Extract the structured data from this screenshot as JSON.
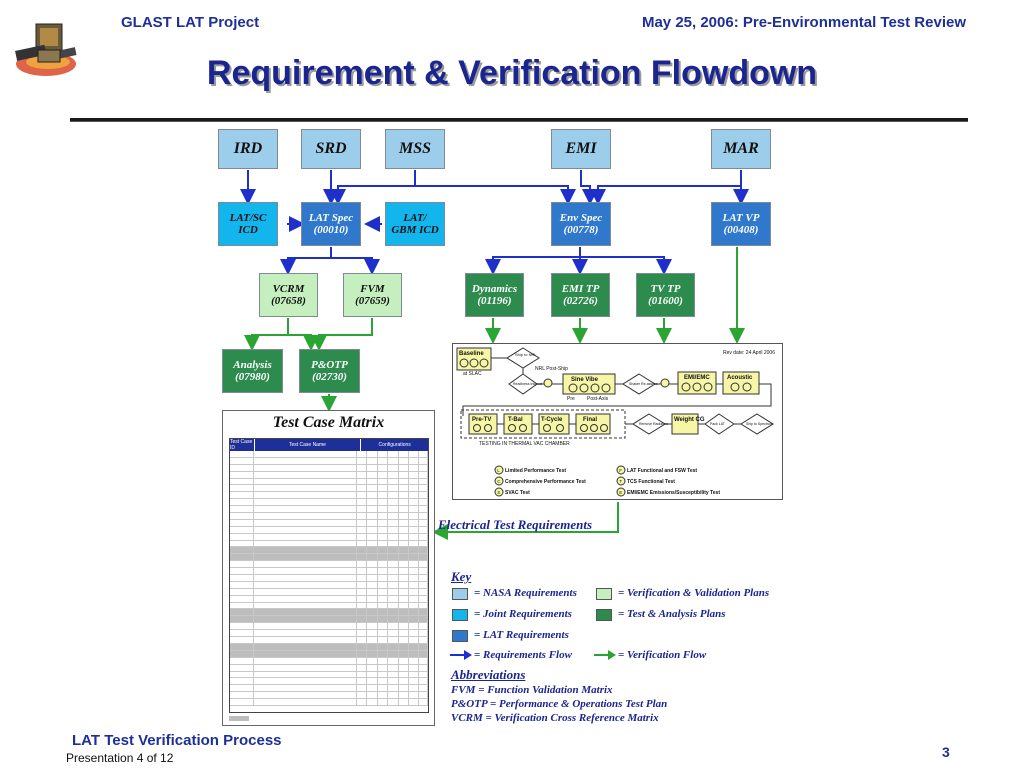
{
  "header": {
    "project": "GLAST LAT Project",
    "date_review": "May 25, 2006: Pre-Environmental Test Review",
    "title": "Requirement & Verification Flowdown"
  },
  "boxes": {
    "ird": "IRD",
    "srd": "SRD",
    "mss": "MSS",
    "emi": "EMI",
    "mar": "MAR",
    "lat_sc_icd": "LAT/SC\nICD",
    "lat_spec": "LAT Spec\n(00010)",
    "lat_gbm_icd": "LAT/\nGBM ICD",
    "env_spec": "Env Spec\n(00778)",
    "lat_vp": "LAT VP\n(00408)",
    "vcrm": "VCRM\n(07658)",
    "fvm": "FVM\n(07659)",
    "dynamics": "Dynamics\n(01196)",
    "emi_tp": "EMI TP\n(02726)",
    "tv_tp": "TV TP\n(01600)",
    "analysis": "Analysis\n(07980)",
    "potp": "P&OTP\n(02730)"
  },
  "test_case_matrix": {
    "title": "Test Case Matrix",
    "col_test_case_id": "Test Case ID",
    "col_test_case_name": "Test Case Name",
    "col_configurations": "Configurations"
  },
  "etr": {
    "label": "Electrical Test Requirements",
    "rev_date": "Rev date: 24 April 2006",
    "baseline": "Baseline",
    "at_slac": "at SLAC",
    "ship_to_nrl": "Ship to NRL",
    "nrl_post_ship": "NRL Post-Ship",
    "readiness_inspect": "Readiness Inspect",
    "sine_vibe": "Sine Vibe",
    "pre": "Pre",
    "post_axis": "Post-Axis",
    "shaker_reassess": "Shaker Re-assess",
    "emi_emc": "EMI/EMC",
    "acoustic": "Acoustic",
    "pre_tv": "Pre-TV",
    "t_bal": "T-Bal",
    "t_cycle": "T-Cycle",
    "final": "Final",
    "remove_radiators": "Remove Radiators",
    "weight_cg": "Weight\nCG",
    "pack_lat": "Pack LAT",
    "ship_to_spectrum": "Ship to Spectrum",
    "testing_in_tvac": "TESTING IN THERMAL VAC CHAMBER",
    "legend": [
      {
        "code": "L",
        "text": "Limited Performance Test"
      },
      {
        "code": "C",
        "text": "Comprehensive Performance Test"
      },
      {
        "code": "S",
        "text": "SVAC Test"
      },
      {
        "code": "F",
        "text": "LAT Functional and FSW Test"
      },
      {
        "code": "T",
        "text": "TCS Functional Test"
      },
      {
        "code": "E",
        "text": "EMI/EMC Emissions/Susceptibility Test"
      }
    ]
  },
  "key": {
    "title": "Key",
    "items": [
      {
        "text": "= NASA Requirements",
        "color": "#9ccdea"
      },
      {
        "text": "= Joint Requirements",
        "color": "#12b5ec"
      },
      {
        "text": "= LAT Requirements",
        "color": "#2f78cc"
      },
      {
        "text": "= Requirements Flow",
        "color": "#1f2fcc"
      },
      {
        "text": "= Verification & Validation Plans",
        "color": "#c6efbf"
      },
      {
        "text": "= Test & Analysis Plans",
        "color": "#2d8c4d"
      },
      {
        "text": "= Verification Flow",
        "color": "#2aa534"
      }
    ],
    "abbr_title": "Abbreviations",
    "abbreviations": [
      "FVM = Function Validation Matrix",
      "P&OTP = Performance & Operations Test Plan",
      "VCRM = Verification Cross Reference Matrix"
    ]
  },
  "footer": {
    "title": "LAT Test Verification Process",
    "sub": "Presentation 4 of 12",
    "page": "3"
  }
}
